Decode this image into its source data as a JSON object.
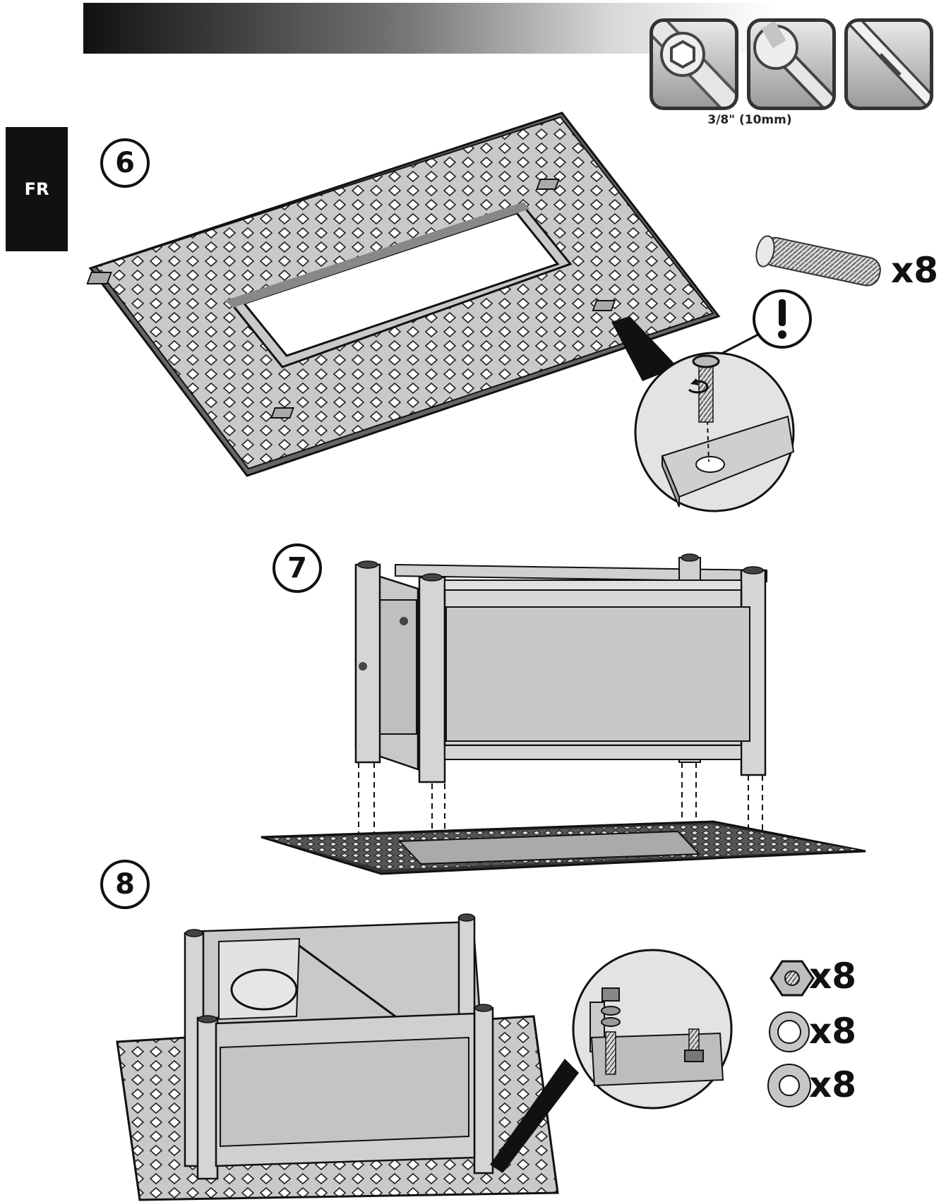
{
  "header": {
    "language_tab": "FR"
  },
  "tools": {
    "items": [
      {
        "icon": "hex-key-socket-icon"
      },
      {
        "icon": "wrench-icon"
      },
      {
        "icon": "screwdriver-icon"
      }
    ],
    "caption": "3/8\" (10mm)"
  },
  "steps": [
    {
      "number": "6",
      "parts_qty": "x8",
      "parts_icon": "bolt-icon",
      "callout_icon": "exclamation-icon"
    },
    {
      "number": "7"
    },
    {
      "number": "8",
      "parts": [
        {
          "icon": "hex-nut-icon",
          "qty": "x8"
        },
        {
          "icon": "lock-washer-icon",
          "qty": "x8"
        },
        {
          "icon": "flat-washer-icon",
          "qty": "x8"
        }
      ]
    }
  ]
}
